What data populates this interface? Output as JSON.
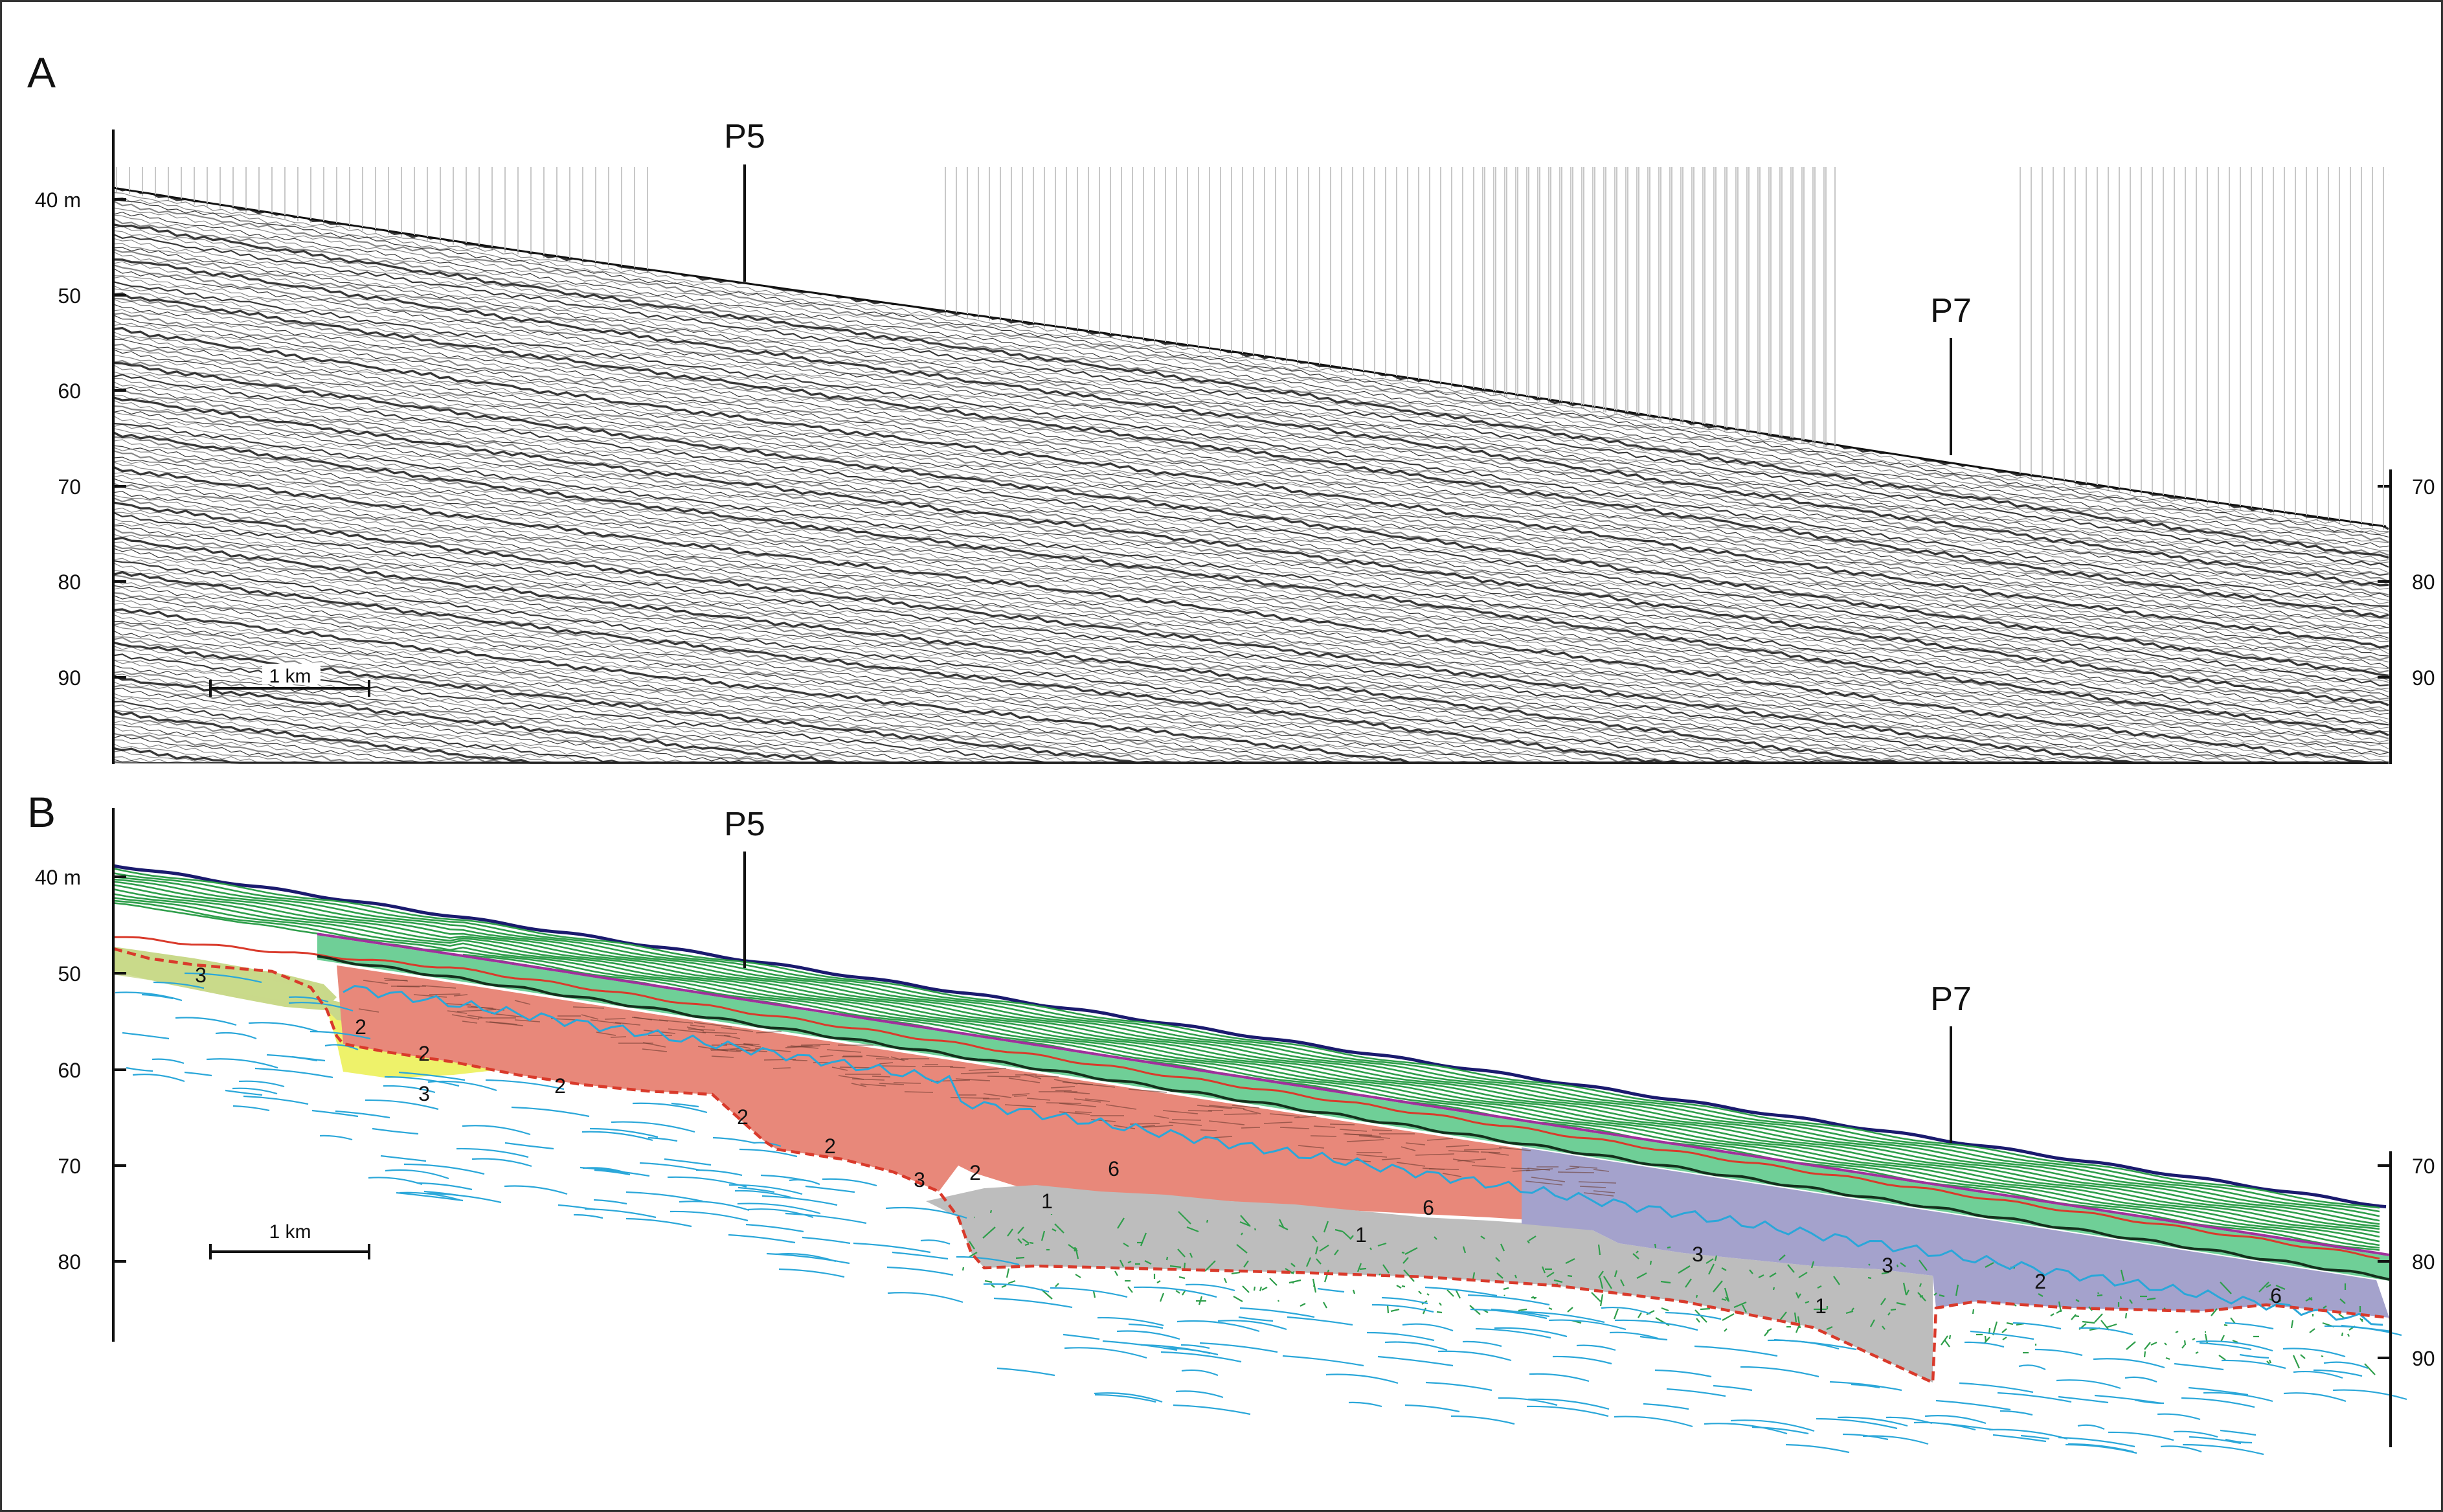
{
  "panel_a": {
    "letter": "A",
    "depth_ticks_left": [
      "40 m",
      "50",
      "60",
      "70",
      "80",
      "90"
    ],
    "depth_ticks_right": [
      "70",
      "80",
      "90"
    ],
    "scale_bar": "1 km",
    "markers": [
      {
        "label": "P5"
      },
      {
        "label": "P7"
      }
    ]
  },
  "panel_b": {
    "letter": "B",
    "depth_ticks_left": [
      "40 m",
      "50",
      "60",
      "70",
      "80"
    ],
    "depth_ticks_right": [
      "70",
      "80",
      "90"
    ],
    "scale_bar": "1 km",
    "markers": [
      {
        "label": "P5"
      },
      {
        "label": "P7"
      }
    ],
    "unit_numbers": [
      "3",
      "2",
      "2",
      "3",
      "2",
      "2",
      "2",
      "3",
      "2",
      "1",
      "6",
      "1",
      "6",
      "3",
      "3",
      "1",
      "2",
      "6"
    ]
  },
  "colors": {
    "seafloor": "#1a1a6e",
    "green_reflectors": "#2e9e4a",
    "red_reflectors": "#d93a2b",
    "blue_reflectors": "#2aa7d9",
    "magenta_horizon": "#a0309c",
    "unit_green_fill": "#6fcf97",
    "unit_red_fill": "#e8887a",
    "unit_grey_fill": "#bdbdbd",
    "unit_purple_fill": "#a4a2cc",
    "unit_yellow_fill": "#eef26a",
    "unit_olive_fill": "#c9d98a"
  }
}
